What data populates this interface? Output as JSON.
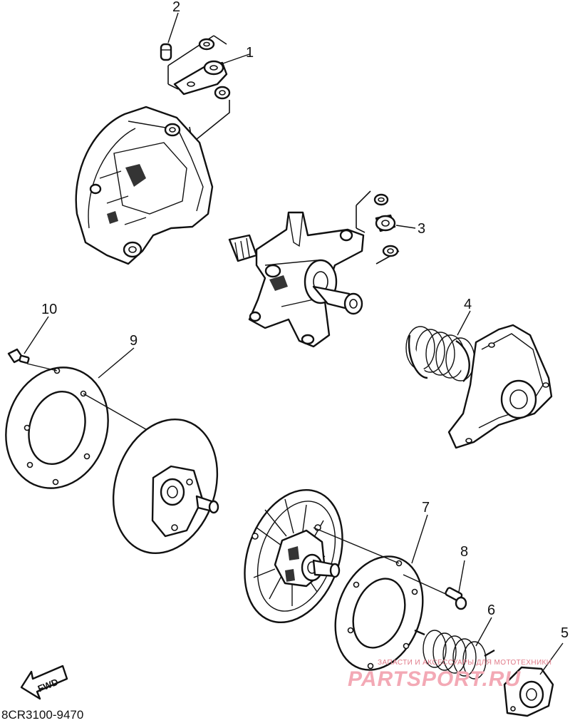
{
  "callouts": [
    {
      "id": "1",
      "label": "1"
    },
    {
      "id": "2",
      "label": "2"
    },
    {
      "id": "3",
      "label": "3"
    },
    {
      "id": "4",
      "label": "4"
    },
    {
      "id": "5",
      "label": "5"
    },
    {
      "id": "6",
      "label": "6"
    },
    {
      "id": "7",
      "label": "7"
    },
    {
      "id": "8",
      "label": "8"
    },
    {
      "id": "9",
      "label": "9"
    },
    {
      "id": "10",
      "label": "10"
    }
  ],
  "direction_marker": {
    "label": "FWD",
    "icon": "fwd-arrow-icon"
  },
  "diagram_code": "8CR3100-9470",
  "watermark": {
    "tagline": "ЗАПАСТИ И АКСЕССУАРЫ ДЛЯ МОТОТЕХНИКИ",
    "brand": "PARTSPORT.RU",
    "color": "#e07a88"
  }
}
